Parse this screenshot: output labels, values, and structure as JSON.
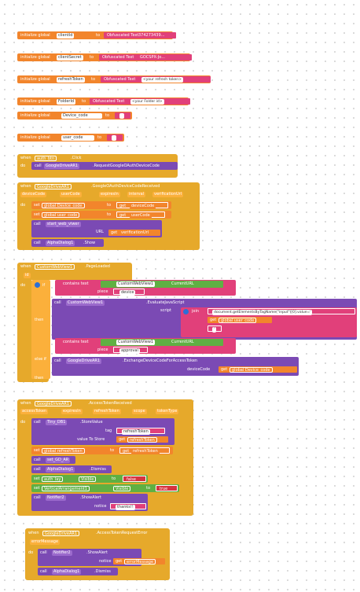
{
  "globals": [
    {
      "keyword": "initialize global",
      "name": "clientId",
      "to": "to",
      "obfuscated": "Obfuscated Text",
      "value": "374273439..."
    },
    {
      "keyword": "initialize global",
      "name": "clientSecret",
      "to": "to",
      "obfuscated": "Obfuscated Text",
      "value": "GOCSPX-Jo..."
    },
    {
      "keyword": "initialize global",
      "name": "refreshToken",
      "to": "to",
      "obfuscated": "Obfuscated Text",
      "value": "<your refresh token>"
    },
    {
      "keyword": "initialize global",
      "name": "FolderId",
      "to": "to",
      "obfuscated": "Obfuscated Text",
      "value": "<your Folder id>"
    },
    {
      "keyword": "initialize global",
      "name": "Device_code",
      "to": "to",
      "value": ""
    },
    {
      "keyword": "initialize global",
      "name": "user_code",
      "to": "to",
      "value": ""
    }
  ],
  "common": {
    "when": "when",
    "do": "do",
    "call": "call",
    "set": "set",
    "get": "get",
    "to": "to",
    "if": "if",
    "then": "then",
    "else_if": "else if",
    "contains_text": "contains text",
    "piece": "piece",
    "join": "join",
    "global_user_code": "global user_code",
    "global_device_code": "global Device_code"
  },
  "click": {
    "component": "auth_btn",
    "event": ".Click",
    "target": "GoogleDriveAR1",
    "method": ".RequestGoogleOAuthDeviceCode"
  },
  "received": {
    "component": "GoogleDriveAR1",
    "event": ".GoogleOAuthDeviceCodeReceived",
    "params": [
      "deviceCode",
      "userCode",
      "expiresIn",
      "interval",
      "verificationUrl"
    ],
    "set1_var": "global Device_code",
    "set1_val": "deviceCode",
    "set2_var": "global user_code",
    "set2_val": "userCode",
    "call1": "start_web_viwer",
    "url_label": "URL",
    "url_val": "verificationUrl",
    "call2": "AlphaDialog1",
    "call2_method": ".Show"
  },
  "pageload": {
    "component": "CustomWebView1",
    "event": ".PageLoaded",
    "param": "id",
    "web": "CustomWebView1",
    "current_url": "CurrentURL",
    "piece1": "device",
    "call_method": ".EvaluateJavaScript",
    "script_label": "script",
    "js": "document.getElementsByTagName(\"input\")[0].value='",
    "quote": "'",
    "piece2": "approval",
    "exchange_target": "GoogleDriveAR1",
    "exchange_method": ".ExchangeDeviceCodeForAccessToken",
    "device_code_label": "deviceCode"
  },
  "access": {
    "component": "GoogleDriveAR1",
    "event": ".AccessTokenReceived",
    "params": [
      "accessToken",
      "expiresIn",
      "refreshToken",
      "scope",
      "tokenType"
    ],
    "db": "Tiny_DB1",
    "db_method": ".StoreValue",
    "tag_label": "tag",
    "tag_val": "refreshToken",
    "vts_label": "value To Store",
    "vts_val": "refreshToken",
    "set_refresh": "global refreshToken",
    "get_refresh": "refreshToken",
    "call_set": "set_GD_AR",
    "call_dialog": "AlphaDialog1",
    "dismiss": ".Dismiss",
    "set_lay": "auth_lay",
    "visible": "Visible",
    "false_val": "false",
    "set_arr": "VerticalArrangement1",
    "true_val": "true",
    "notifier": "Notifier2",
    "show_alert": ".ShowAlert",
    "notice": "notice",
    "thanks": "thanks!!"
  },
  "error": {
    "component": "GoogleDriveAR1",
    "event": ".AccessTokenRequestError",
    "param": "errorMessage",
    "notifier": "Notifier2",
    "show_alert": ".ShowAlert",
    "notice": "notice",
    "get_val": "errorMessage",
    "dialog": "AlphaDialog1",
    "dismiss": ".Dismiss"
  }
}
